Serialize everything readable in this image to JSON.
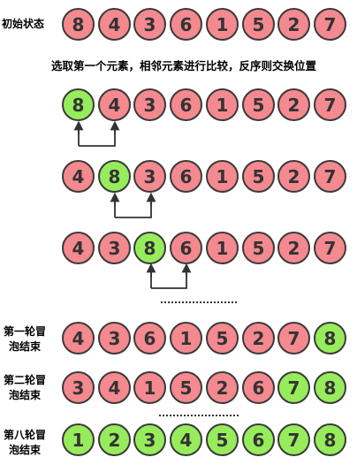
{
  "labels": {
    "initial": "初始状态",
    "description": "选取第一个元素，相邻元素进行比较，反序则交换位置",
    "pass1_line1": "第一轮冒",
    "pass1_line2": "泡结束",
    "pass2_line1": "第二轮冒",
    "pass2_line2": "泡结束",
    "pass8_line1": "第八轮冒",
    "pass8_line2": "泡结束"
  },
  "colors": {
    "unsorted": "#f4898f",
    "highlight": "#97ec5c",
    "border": "#3a3a3a"
  },
  "rows": [
    {
      "id": "initial-row",
      "values": [
        "8",
        "4",
        "3",
        "6",
        "1",
        "5",
        "2",
        "7"
      ],
      "green": []
    },
    {
      "id": "step-1-row",
      "values": [
        "8",
        "4",
        "3",
        "6",
        "1",
        "5",
        "2",
        "7"
      ],
      "green": [
        0
      ]
    },
    {
      "id": "step-2-row",
      "values": [
        "4",
        "8",
        "3",
        "6",
        "1",
        "5",
        "2",
        "7"
      ],
      "green": [
        1
      ]
    },
    {
      "id": "step-3-row",
      "values": [
        "4",
        "3",
        "8",
        "6",
        "1",
        "5",
        "2",
        "7"
      ],
      "green": [
        2
      ]
    },
    {
      "id": "pass-1-row",
      "values": [
        "4",
        "3",
        "6",
        "1",
        "5",
        "2",
        "7",
        "8"
      ],
      "green": [
        7
      ]
    },
    {
      "id": "pass-2-row",
      "values": [
        "3",
        "4",
        "1",
        "5",
        "2",
        "6",
        "7",
        "8"
      ],
      "green": [
        6,
        7
      ]
    },
    {
      "id": "pass-8-row",
      "values": [
        "1",
        "2",
        "3",
        "4",
        "5",
        "6",
        "7",
        "8"
      ],
      "green": [
        0,
        1,
        2,
        3,
        4,
        5,
        6,
        7
      ]
    }
  ]
}
